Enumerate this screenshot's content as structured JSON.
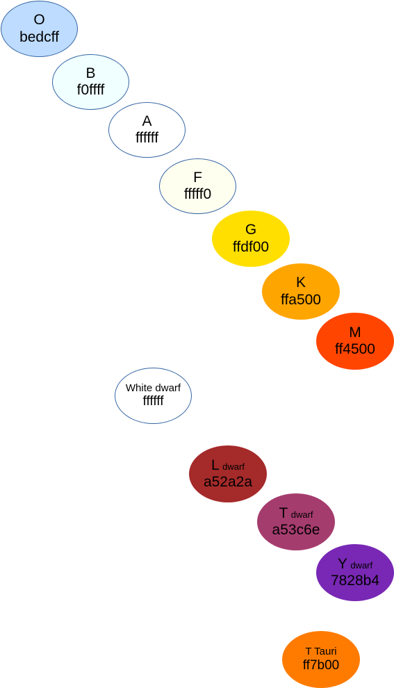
{
  "stars": [
    {
      "id": "O",
      "class": "O",
      "suffix": "",
      "hex": "bedcff",
      "fill": "#bedcff"
    },
    {
      "id": "B",
      "class": "B",
      "suffix": "",
      "hex": "f0ffff",
      "fill": "#f0ffff"
    },
    {
      "id": "A",
      "class": "A",
      "suffix": "",
      "hex": "ffffff",
      "fill": "#ffffff"
    },
    {
      "id": "F",
      "class": "F",
      "suffix": "",
      "hex": "fffff0",
      "fill": "#fffff0"
    },
    {
      "id": "G",
      "class": "G",
      "suffix": "",
      "hex": "ffdf00",
      "fill": "#ffdf00"
    },
    {
      "id": "K",
      "class": "K",
      "suffix": "",
      "hex": "ffa500",
      "fill": "#ffa500"
    },
    {
      "id": "M",
      "class": "M",
      "suffix": "",
      "hex": "ff4500",
      "fill": "#ff4500"
    },
    {
      "id": "WD",
      "class": "White dwarf",
      "suffix": "",
      "hex": "ffffff",
      "fill": "#ffffff"
    },
    {
      "id": "L",
      "class": "L",
      "suffix": "dwarf",
      "hex": "a52a2a",
      "fill": "#a52a2a"
    },
    {
      "id": "T",
      "class": "T",
      "suffix": "dwarf",
      "hex": "a53c6e",
      "fill": "#a53c6e"
    },
    {
      "id": "Y",
      "class": "Y",
      "suffix": "dwarf",
      "hex": "7828b4",
      "fill": "#7828b4"
    },
    {
      "id": "TT",
      "class": "T Tauri",
      "suffix": "",
      "hex": "ff7b00",
      "fill": "#ff7b00"
    }
  ]
}
